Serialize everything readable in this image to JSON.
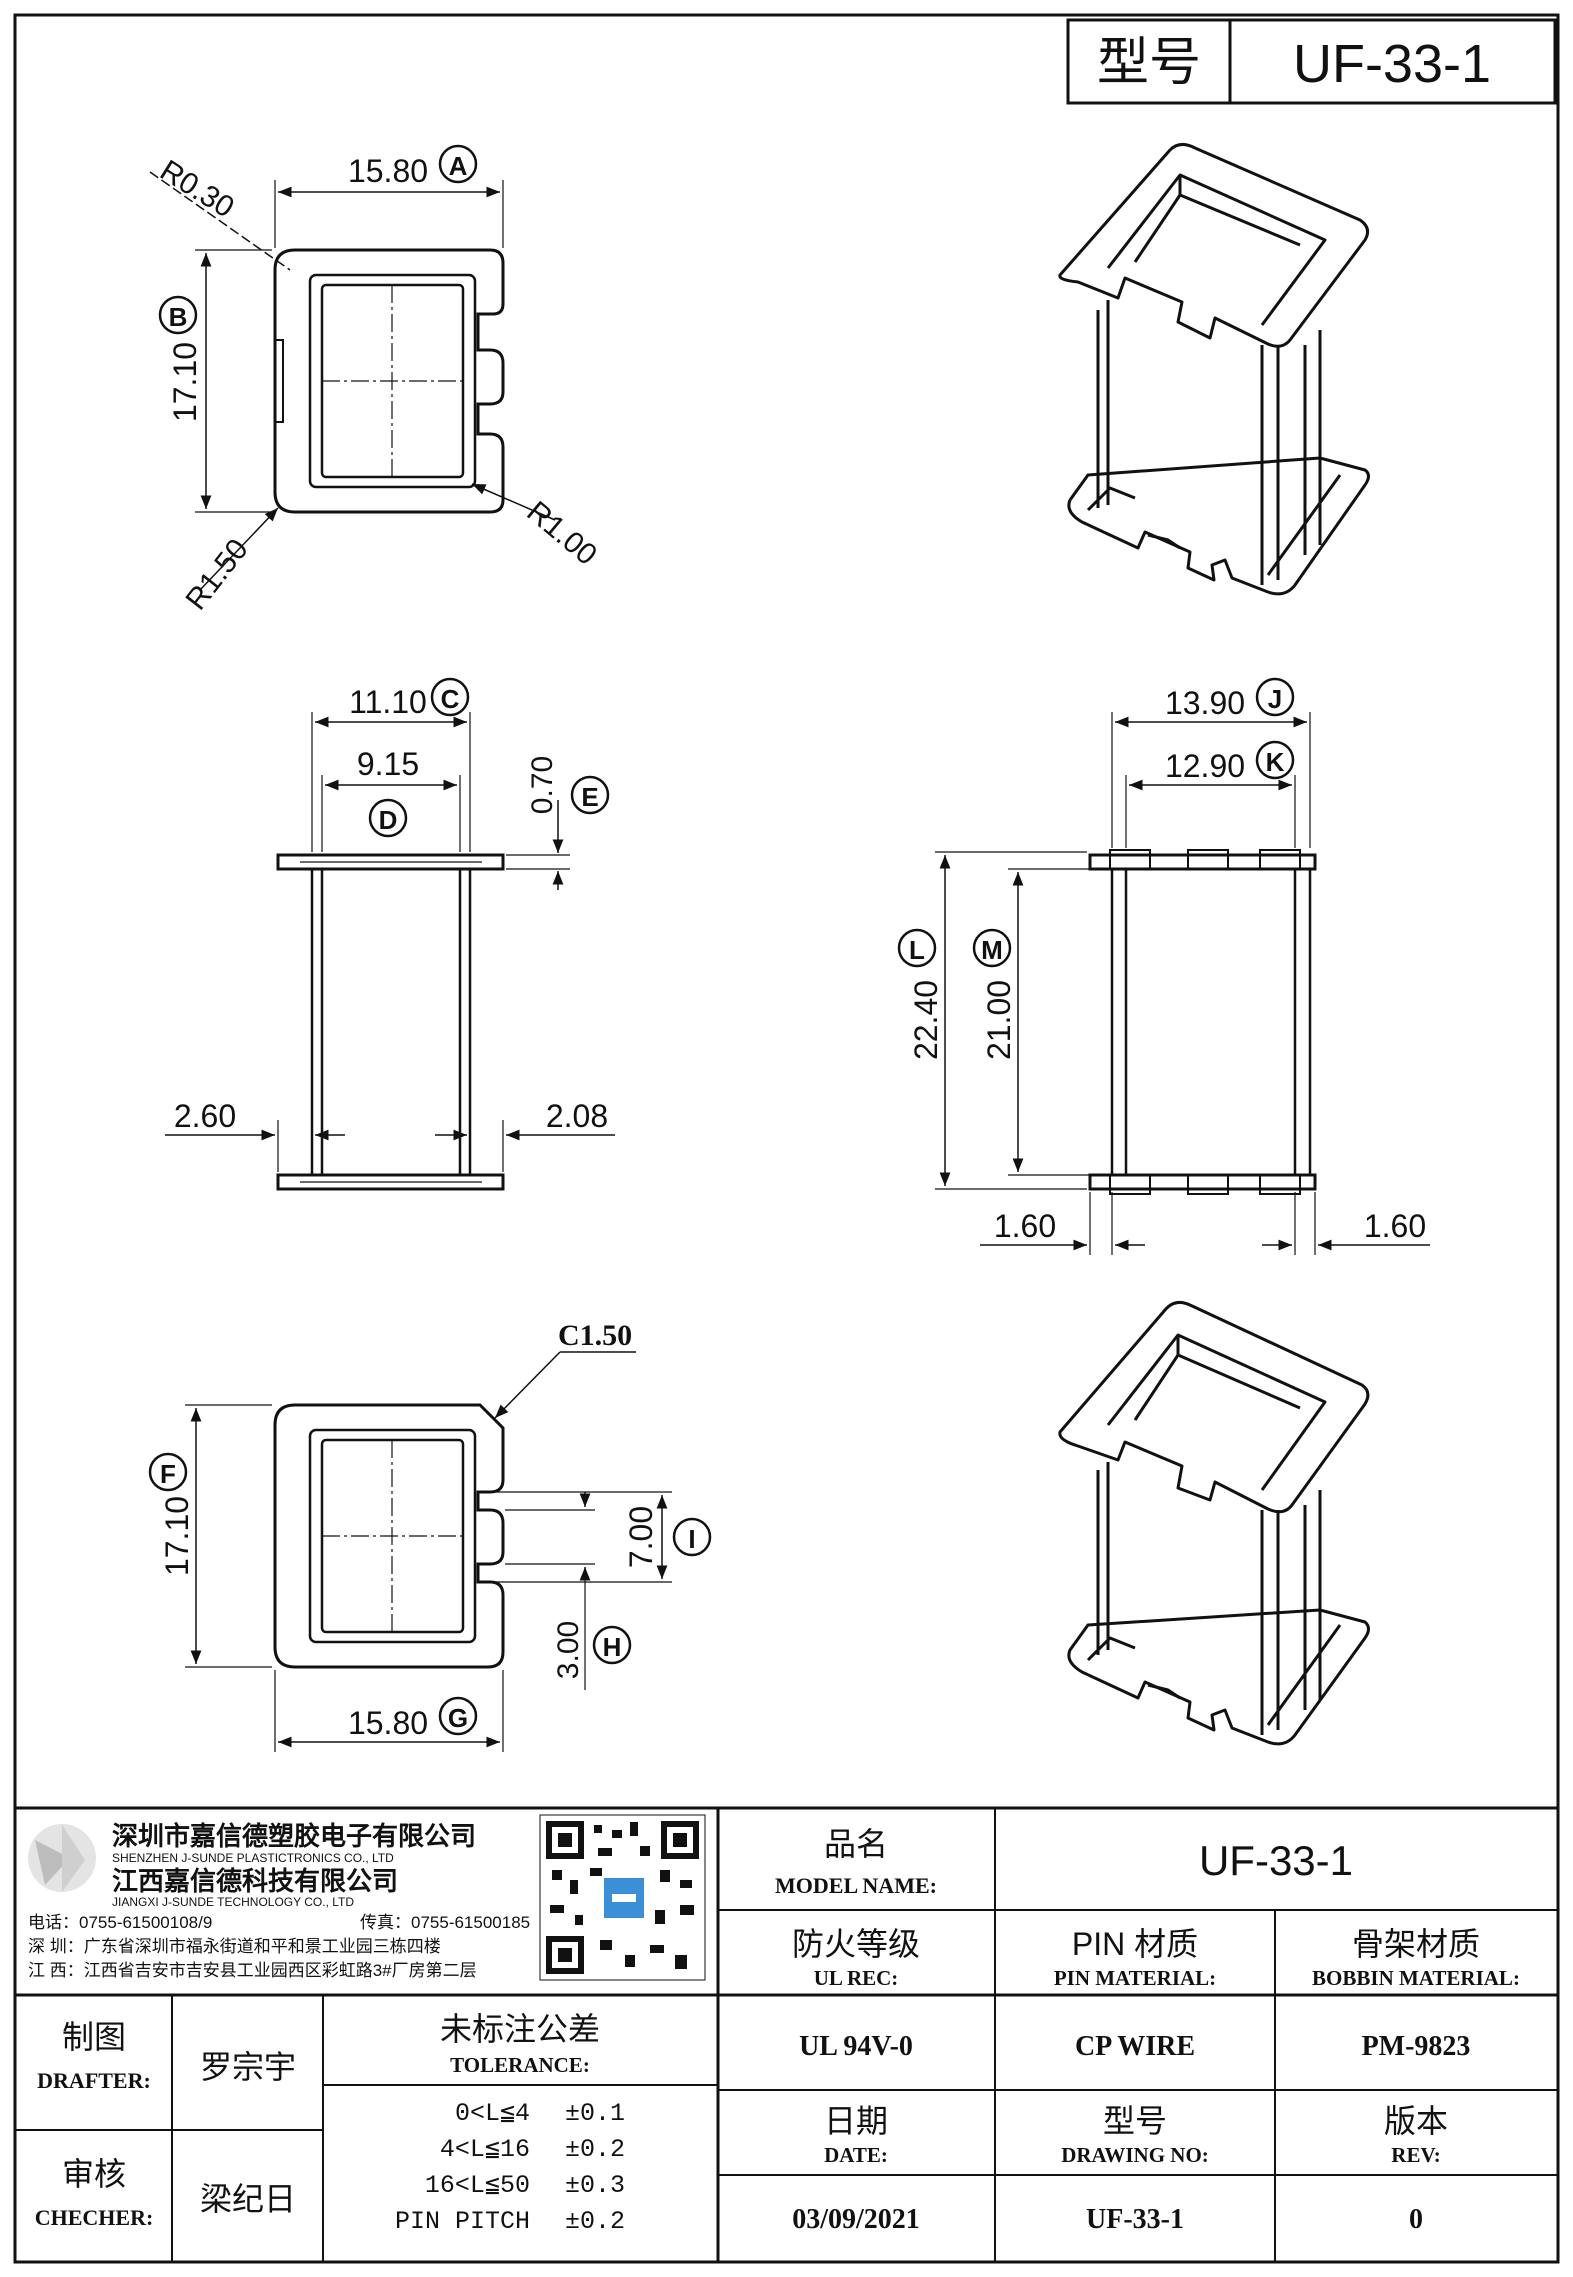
{
  "header": {
    "model_label": "型号",
    "model_value": "UF-33-1"
  },
  "top_view": {
    "width_dim": "15.80",
    "width_tag": "A",
    "height_dim": "17.10",
    "height_tag": "B",
    "radius_tl": "R0.30",
    "radius_bl": "R1.50",
    "radius_br": "R1.00"
  },
  "front_view": {
    "outer_dim": "11.10",
    "outer_tag": "C",
    "inner_dim": "9.15",
    "inner_tag": "D",
    "flange_thk": "0.70",
    "flange_tag": "E",
    "left_wall": "2.60",
    "right_wall": "2.08"
  },
  "side_view": {
    "outer_dim": "13.90",
    "outer_tag": "J",
    "inner_dim": "12.90",
    "inner_tag": "K",
    "total_height": "22.40",
    "total_tag": "L",
    "inner_height": "21.00",
    "inner_height_tag": "M",
    "left_flange": "1.60",
    "right_flange": "1.60"
  },
  "bottom_view": {
    "chamfer": "C1.50",
    "height_dim": "17.10",
    "height_tag": "F",
    "width_dim": "15.80",
    "width_tag": "G",
    "slot_span": "7.00",
    "slot_tag": "I",
    "pitch": "3.00",
    "pitch_tag": "H"
  },
  "title_block": {
    "company_cn_1": "深圳市嘉信德塑胶电子有限公司",
    "company_en_1": "SHENZHEN J-SUNDE PLASTICTRONICS CO., LTD",
    "company_cn_2": "江西嘉信德科技有限公司",
    "company_en_2": "JIANGXI J-SUNDE TECHNOLOGY CO., LTD",
    "phone": "电话：0755-61500108/9",
    "fax": "传真：0755-61500185",
    "addr_sz": "深 圳：广东省深圳市福永街道和平和景工业园三栋四楼",
    "addr_jx": "江 西：江西省吉安市吉安县工业园西区彩虹路3#厂房第二层",
    "model_name_cn": "品名",
    "model_name_en": "MODEL NAME:",
    "model_name_value": "UF-33-1",
    "ul_cn": "防火等级",
    "ul_en": "UL REC:",
    "pin_cn": "PIN 材质",
    "pin_en": "PIN MATERIAL:",
    "bobbin_cn": "骨架材质",
    "bobbin_en": "BOBBIN MATERIAL:",
    "drafter_cn": "制图",
    "drafter_en": "DRAFTER:",
    "drafter_name": "罗宗宇",
    "tolerance_cn": "未标注公差",
    "tolerance_en": "TOLERANCE:",
    "ul_value": "UL 94V-0",
    "pin_value": "CP WIRE",
    "bobbin_value": "PM-9823",
    "checker_cn": "审核",
    "checker_en": "CHECHER:",
    "checker_name": "梁纪日",
    "tol_rows": [
      {
        "range": "0<L≦4",
        "value": "±0.1"
      },
      {
        "range": "4<L≦16",
        "value": "±0.2"
      },
      {
        "range": "16<L≦50",
        "value": "±0.3"
      },
      {
        "range": "PIN PITCH",
        "value": "±0.2"
      }
    ],
    "date_cn": "日期",
    "date_en": "DATE:",
    "drawing_cn": "型号",
    "drawing_en": "DRAWING NO:",
    "rev_cn": "版本",
    "rev_en": "REV:",
    "date_value": "03/09/2021",
    "drawing_value": "UF-33-1",
    "rev_value": "0"
  }
}
